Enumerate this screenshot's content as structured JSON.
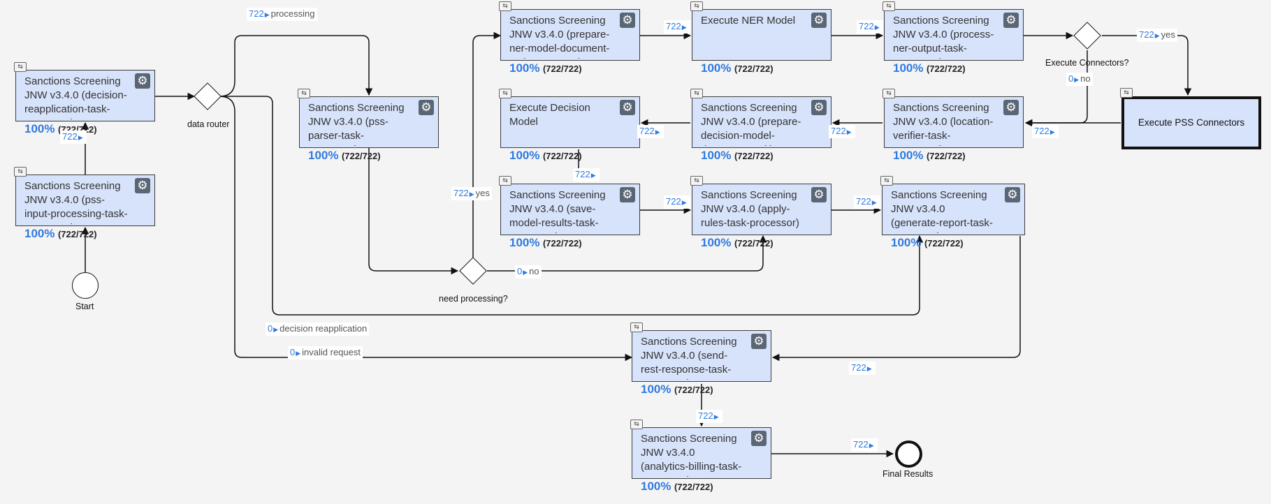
{
  "tasks": [
    {
      "id": "t_decision",
      "title": "Sanctions Screening JNW v3.4.0 (decision-reapplication-task-processor)",
      "pct": "100%",
      "count": "(722/722)"
    },
    {
      "id": "t_input",
      "title": "Sanctions Screening JNW v3.4.0 (pss-input-processing-task-processor)",
      "pct": "100%",
      "count": "(722/722)"
    },
    {
      "id": "t_parser",
      "title": "Sanctions Screening JNW v3.4.0 (pss-parser-task-processor)",
      "pct": "100%",
      "count": "(722/722)"
    },
    {
      "id": "t_prepner",
      "title": "Sanctions Screening JNW v3.4.0 (prepare-ner-model-document-task-processor)",
      "pct": "100%",
      "count": "(722/722)"
    },
    {
      "id": "t_ner",
      "title": "Execute NER Model",
      "pct": "100%",
      "count": "(722/722)"
    },
    {
      "id": "t_procner",
      "title": "Sanctions Screening JNW v3.4.0 (process-ner-output-task-processor)",
      "pct": "100%",
      "count": "(722/722)"
    },
    {
      "id": "t_execdec",
      "title": "Execute Decision Model",
      "pct": "100%",
      "count": "(722/722)"
    },
    {
      "id": "t_prepdec",
      "title": "Sanctions Screening JNW v3.4.0 (prepare-decision-model-document-task)",
      "pct": "100%",
      "count": "(722/722)"
    },
    {
      "id": "t_locver",
      "title": "Sanctions Screening JNW v3.4.0 (location-verifier-task-processor)",
      "pct": "100%",
      "count": "(722/722)"
    },
    {
      "id": "t_save",
      "title": "Sanctions Screening JNW v3.4.0 (save-model-results-task-processor)",
      "pct": "100%",
      "count": "(722/722)"
    },
    {
      "id": "t_apply",
      "title": "Sanctions Screening JNW v3.4.0 (apply-rules-task-processor)",
      "pct": "100%",
      "count": "(722/722)"
    },
    {
      "id": "t_report",
      "title": "Sanctions Screening JNW v3.4.0 (generate-report-task-processor)",
      "pct": "100%",
      "count": "(722/722)"
    },
    {
      "id": "t_send",
      "title": "Sanctions Screening JNW v3.4.0 (send-rest-response-task-processor)",
      "pct": "100%",
      "count": "(722/722)"
    },
    {
      "id": "t_billing",
      "title": "Sanctions Screening JNW v3.4.0 (analytics-billing-task-processor)",
      "pct": "100%",
      "count": "(722/722)"
    },
    {
      "id": "t_pss",
      "title": "Execute PSS Connectors"
    }
  ],
  "gateways": [
    {
      "id": "g_router",
      "label": "data router"
    },
    {
      "id": "g_need",
      "label": "need processing?"
    },
    {
      "id": "g_conn",
      "label": "Execute Connectors?"
    }
  ],
  "events": {
    "start": "Start",
    "end": "Final Results"
  },
  "edge_labels": [
    {
      "id": "e1",
      "count": "722",
      "label": "processing"
    },
    {
      "id": "e2",
      "count": "722",
      "label": ""
    },
    {
      "id": "e3",
      "count": "722",
      "label": ""
    },
    {
      "id": "e4",
      "count": "722",
      "label": ""
    },
    {
      "id": "e5",
      "count": "722",
      "label": "yes"
    },
    {
      "id": "e6",
      "count": "0",
      "label": "no"
    },
    {
      "id": "e7",
      "count": "722",
      "label": ""
    },
    {
      "id": "e8",
      "count": "722",
      "label": ""
    },
    {
      "id": "e9",
      "count": "722",
      "label": ""
    },
    {
      "id": "e10",
      "count": "722",
      "label": ""
    },
    {
      "id": "e11",
      "count": "722",
      "label": "yes"
    },
    {
      "id": "e12",
      "count": "0",
      "label": "no"
    },
    {
      "id": "e13",
      "count": "722",
      "label": ""
    },
    {
      "id": "e14",
      "count": "722",
      "label": ""
    },
    {
      "id": "e15",
      "count": "0",
      "label": "decision reapplication"
    },
    {
      "id": "e16",
      "count": "0",
      "label": "invalid request"
    },
    {
      "id": "e17",
      "count": "722",
      "label": ""
    },
    {
      "id": "e18",
      "count": "722",
      "label": ""
    },
    {
      "id": "e19",
      "count": "722",
      "label": ""
    }
  ]
}
